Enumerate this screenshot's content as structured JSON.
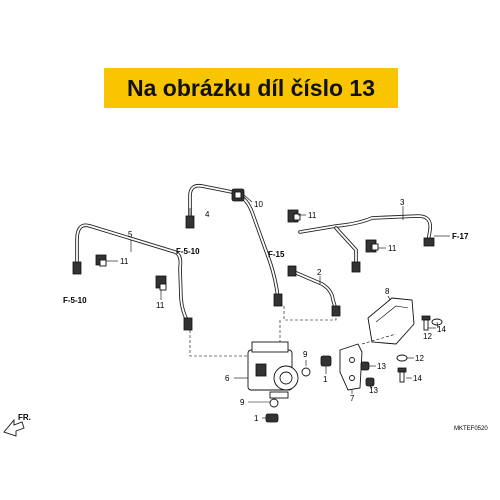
{
  "banner": {
    "text": "Na obrázku díl číslo 13",
    "color": "#f9c400"
  },
  "labels": {
    "p1": "1",
    "p2": "2",
    "p3": "3",
    "p4": "4",
    "p5": "5",
    "p6": "6",
    "p7": "7",
    "p8": "8",
    "p9a": "9",
    "p9b": "9",
    "p10": "10",
    "p11a": "11",
    "p11b": "11",
    "p11c": "11",
    "p11d": "11",
    "p12": "12",
    "p12b": "12",
    "p13a": "13",
    "p13b": "13",
    "p14a": "14",
    "p14b": "14"
  },
  "refs": {
    "f510a": "F-5-10",
    "f510b": "F-5-10",
    "f15": "F-15",
    "f17": "F-17"
  },
  "direction": {
    "label": "FR.",
    "icon": "front-arrow-icon"
  },
  "diagram_code": "MKTEF0520"
}
